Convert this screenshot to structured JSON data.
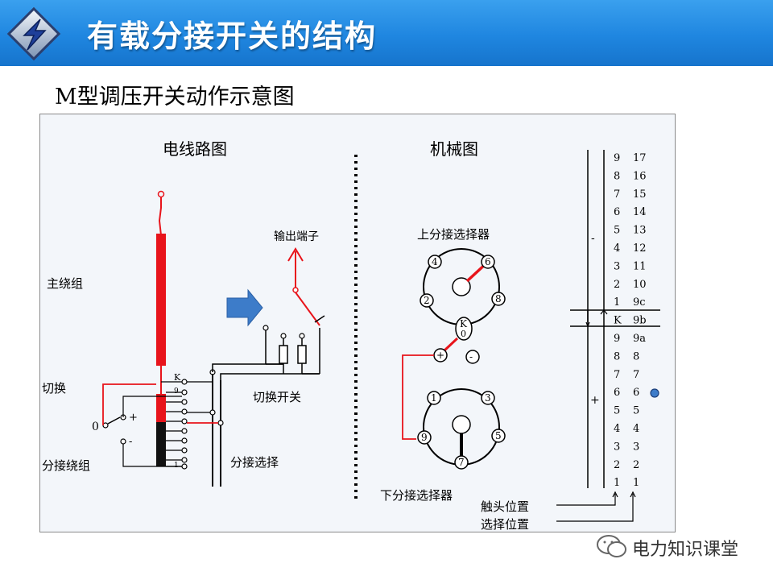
{
  "header": {
    "title": "有载分接开关的结构",
    "logo_icon": "lightning-badge-icon",
    "accent_color": "#1f86e0"
  },
  "subtitle": "M型调压开关动作示意图",
  "diagram": {
    "left_heading": "电线路图",
    "right_heading": "机械图",
    "labels": {
      "main_winding": "主绕组",
      "switch": "切换",
      "tap_winding": "分接绕组",
      "output_terminal": "输出端子",
      "diverter_switch": "切换开关",
      "tap_select": "分接选择",
      "upper_selector": "上分接选择器",
      "lower_selector": "下分接选择器",
      "contact_position": "触头位置",
      "select_position": "选择位置"
    },
    "contacts": {
      "k": "K",
      "nine": "9",
      "one": "1",
      "zero": "0",
      "plus": "+",
      "minus": "-"
    },
    "upper_dial": [
      "4",
      "6",
      "2",
      "8",
      "K",
      "0"
    ],
    "lower_dial": [
      "1",
      "3",
      "9",
      "5",
      "7"
    ],
    "polarity": {
      "plus": "+",
      "minus": "-"
    },
    "scale": {
      "left": [
        "9",
        "8",
        "7",
        "6",
        "5",
        "4",
        "3",
        "2",
        "1",
        "K",
        "9",
        "8",
        "7",
        "6",
        "5",
        "4",
        "3",
        "2",
        "1"
      ],
      "right": [
        "17",
        "16",
        "15",
        "14",
        "13",
        "12",
        "11",
        "10",
        "9c",
        "9b",
        "9a",
        "8",
        "7",
        "6",
        "5",
        "4",
        "3",
        "2",
        "1"
      ],
      "upper_sign": "-",
      "lower_sign": "+"
    },
    "colors": {
      "conductor": "#e8141b",
      "wire": "#000000",
      "arrow": "#3d7cc9"
    }
  },
  "watermark": {
    "text": "电力知识课堂",
    "icon": "wechat-icon"
  }
}
